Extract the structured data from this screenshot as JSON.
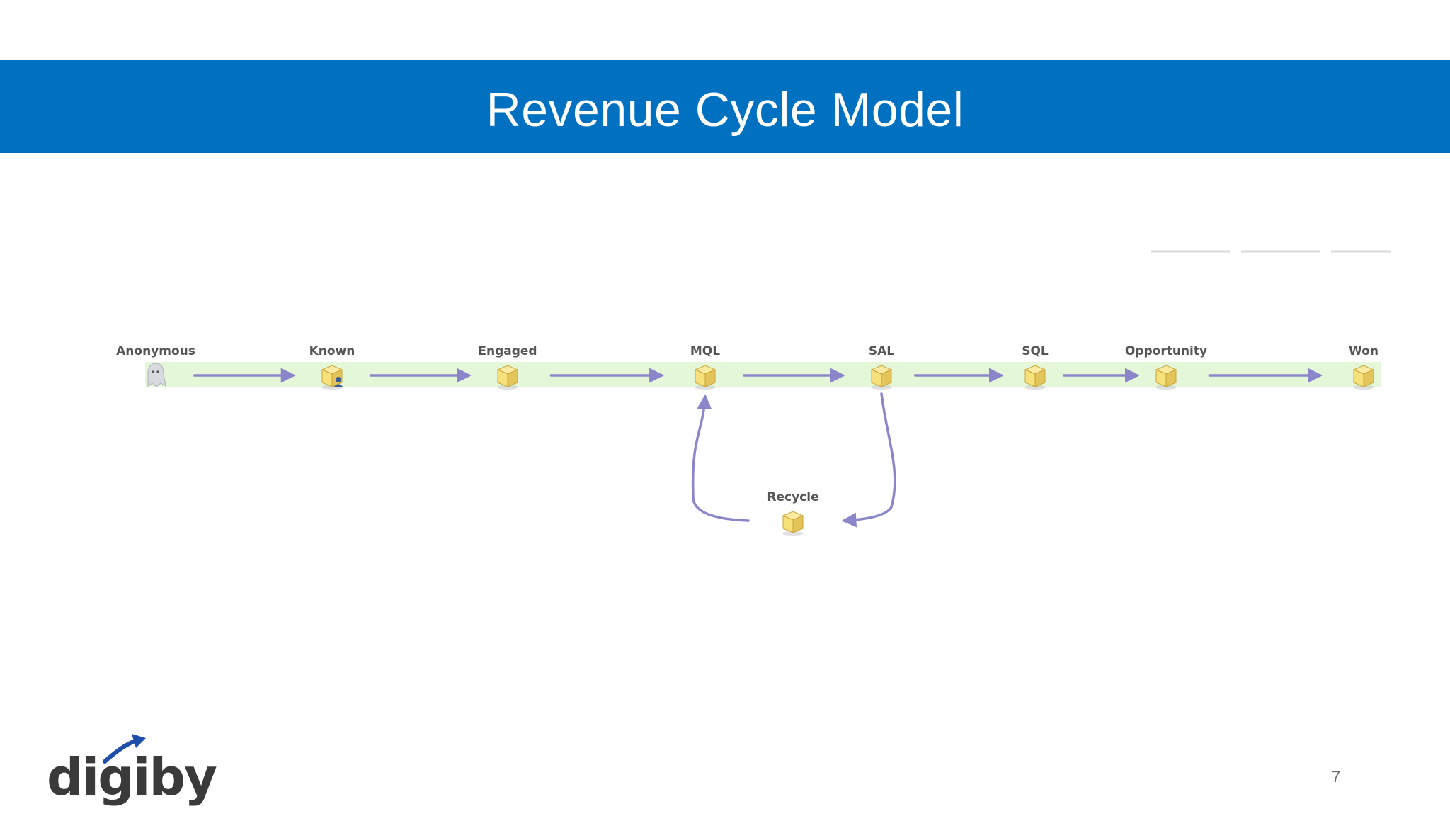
{
  "slide": {
    "title": "Revenue Cycle Model",
    "page_number": "7",
    "logo_text": "digiby"
  },
  "colors": {
    "banner": "#0070C0",
    "band": "#E4F7D9",
    "arrow": "#8B86C9",
    "box_light": "#F6E17A",
    "box_dark": "#C9A43A",
    "ghost": "#D7DADF",
    "logo_text": "#3A3A3A",
    "logo_accent": "#1F4FA8"
  },
  "diagram": {
    "stages": [
      {
        "id": "anonymous",
        "label": "Anonymous",
        "icon": "ghost-icon"
      },
      {
        "id": "known",
        "label": "Known",
        "icon": "box-person-icon"
      },
      {
        "id": "engaged",
        "label": "Engaged",
        "icon": "box-icon"
      },
      {
        "id": "mql",
        "label": "MQL",
        "icon": "box-icon"
      },
      {
        "id": "sal",
        "label": "SAL",
        "icon": "box-icon"
      },
      {
        "id": "sql",
        "label": "SQL",
        "icon": "box-icon"
      },
      {
        "id": "opportunity",
        "label": "Opportunity",
        "icon": "box-icon"
      },
      {
        "id": "won",
        "label": "Won",
        "icon": "box-icon"
      }
    ],
    "recycle": {
      "id": "recycle",
      "label": "Recycle",
      "icon": "box-icon"
    },
    "edges": [
      {
        "from": "anonymous",
        "to": "known"
      },
      {
        "from": "known",
        "to": "engaged"
      },
      {
        "from": "engaged",
        "to": "mql"
      },
      {
        "from": "mql",
        "to": "sal"
      },
      {
        "from": "sal",
        "to": "sql"
      },
      {
        "from": "sql",
        "to": "opportunity"
      },
      {
        "from": "opportunity",
        "to": "won"
      },
      {
        "from": "sal",
        "to": "recycle"
      },
      {
        "from": "recycle",
        "to": "mql"
      }
    ]
  }
}
